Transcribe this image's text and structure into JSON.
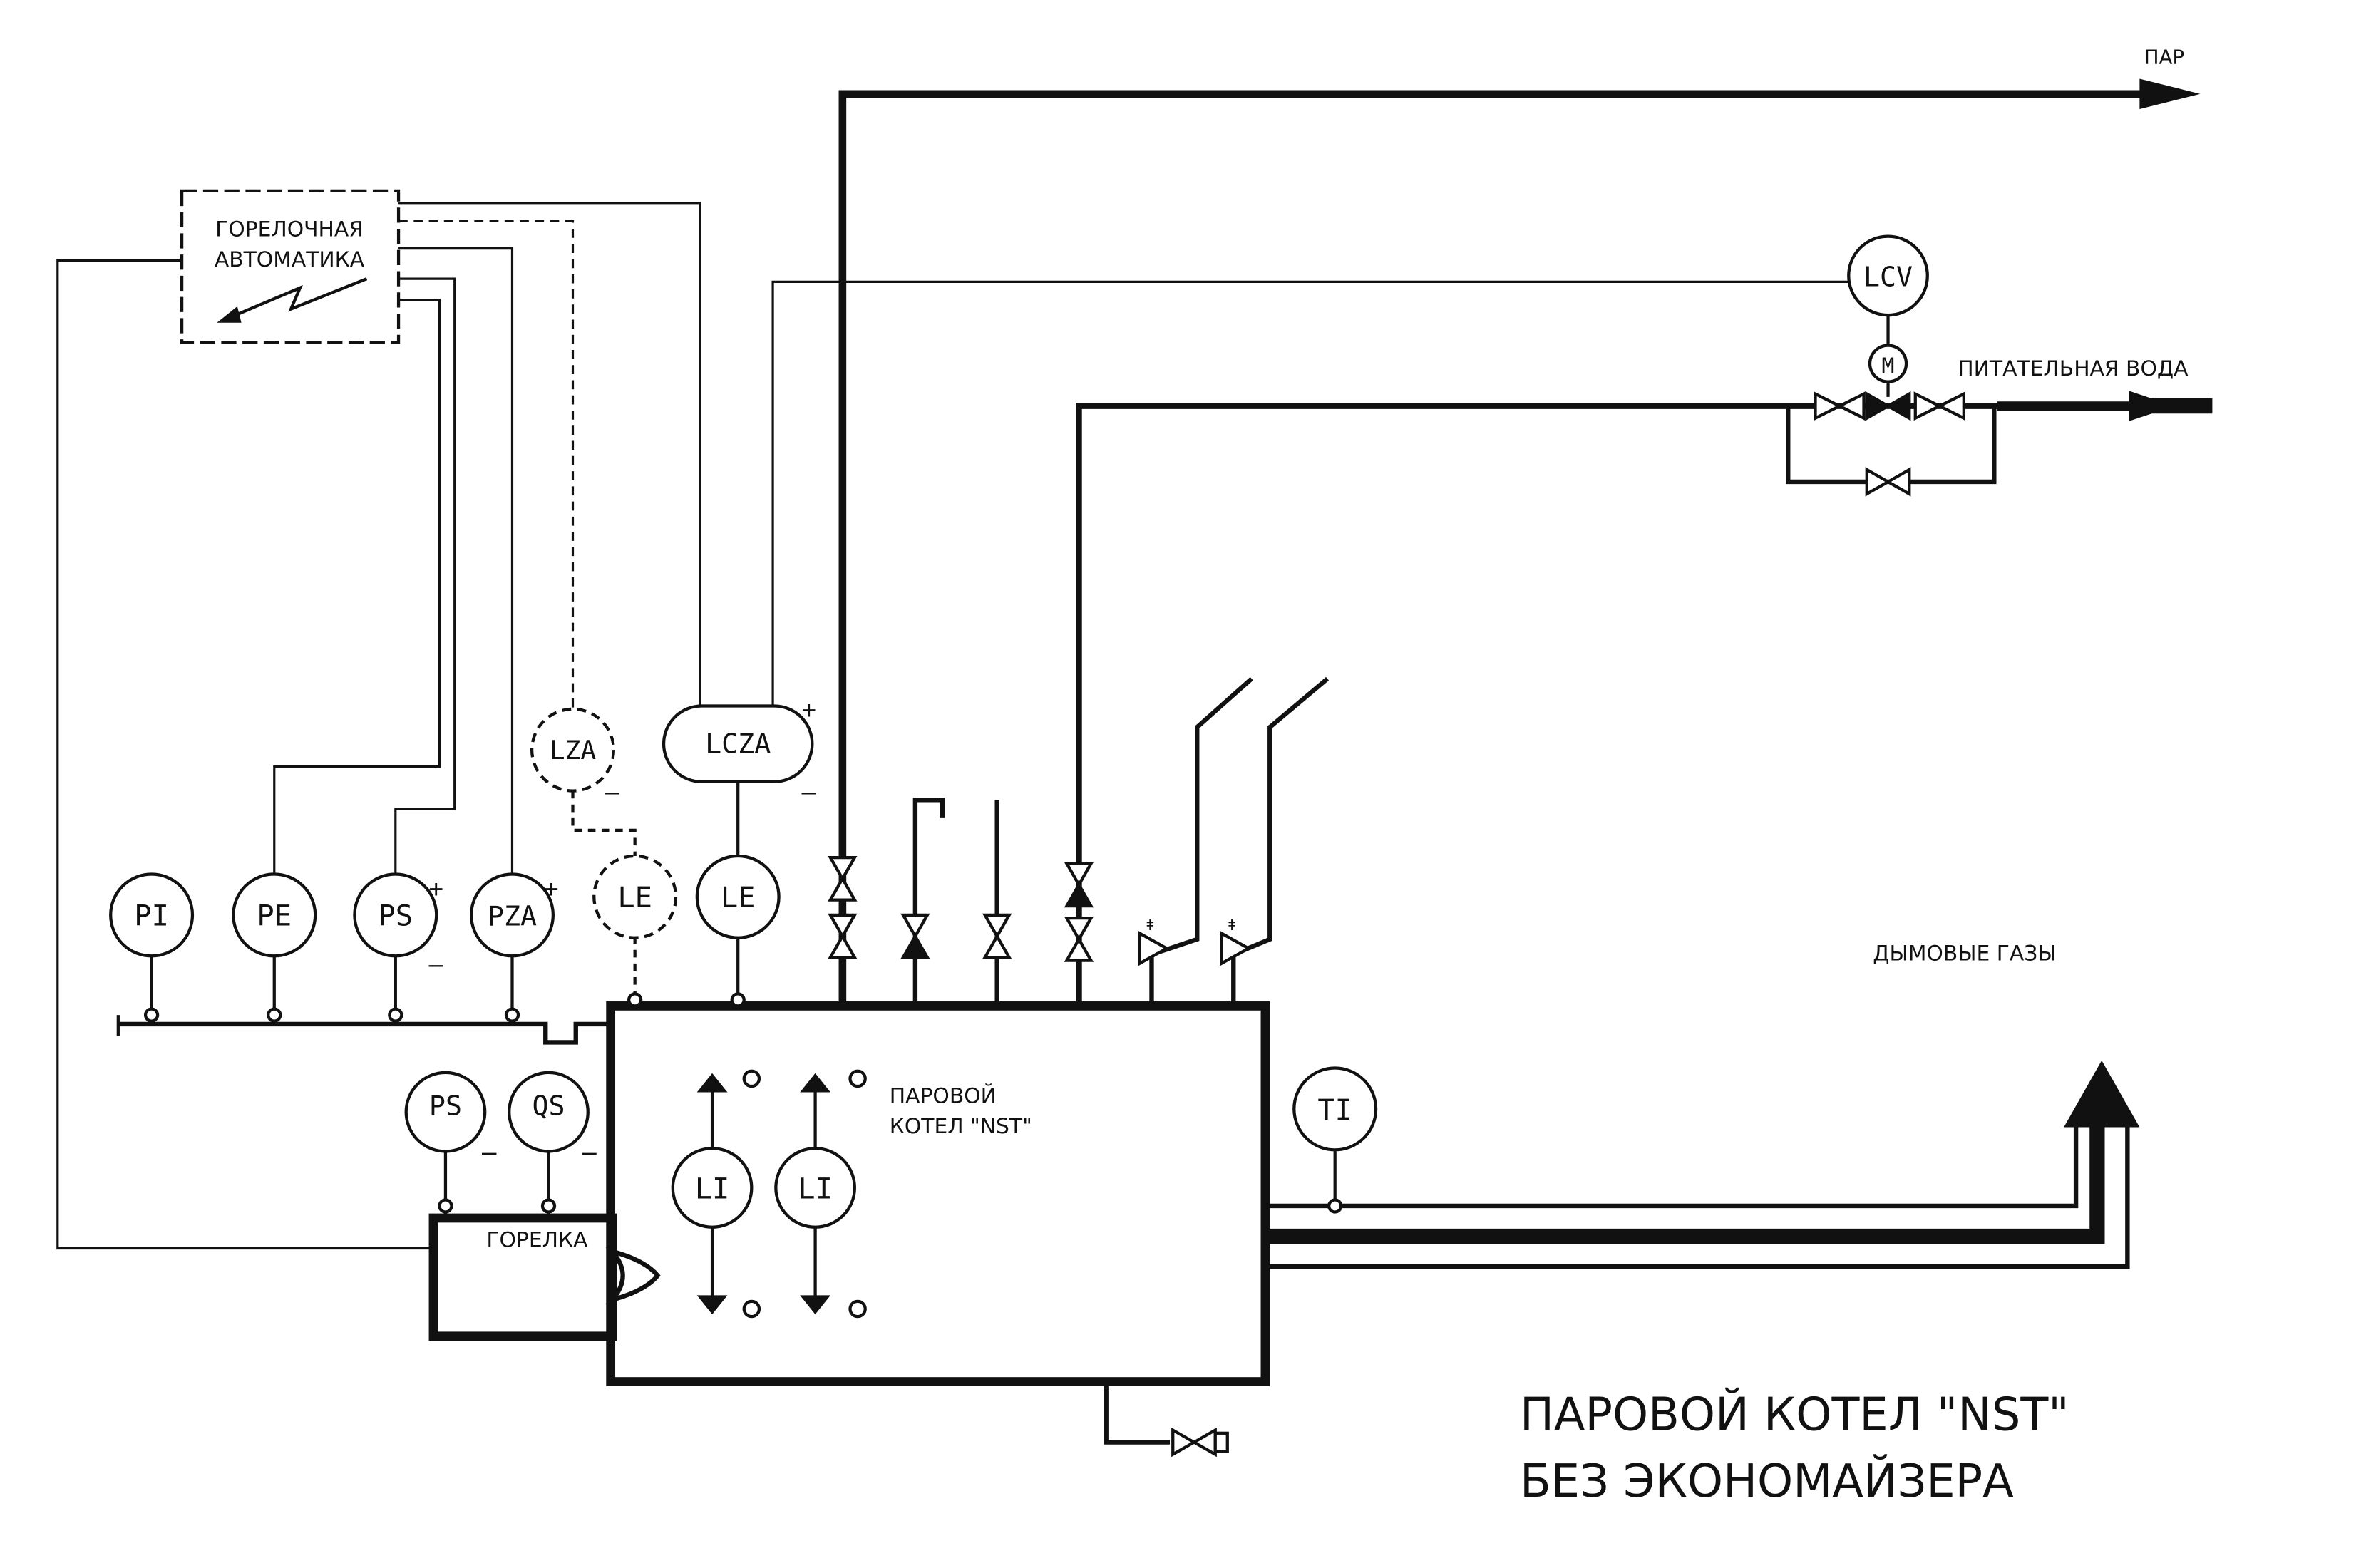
{
  "labels": {
    "steam": "ПАР",
    "feedwater": "ПИТАТЕЛЬНАЯ ВОДА",
    "flue_gas": "ДЫМОВЫЕ ГАЗЫ",
    "burner": "ГОРЕЛКА",
    "boiler_line1": "ПАРОВОЙ",
    "boiler_line2": "КОТЕЛ \"NST\"",
    "automation_line1": "ГОРЕЛОЧНАЯ",
    "automation_line2": "АВТОМАТИКА",
    "title_line1": "ПАРОВОЙ КОТЕЛ \"NST\"",
    "title_line2": "БЕЗ ЭКОНОМАЙЗЕРА"
  },
  "instruments": {
    "pi": "PI",
    "pe": "PE",
    "ps": "PS",
    "pza": "PZA",
    "le_dashed": "LE",
    "le": "LE",
    "lza": "LZA",
    "lcza": "LCZA",
    "ps_burner": "PS",
    "qs": "QS",
    "li1": "LI",
    "li2": "LI",
    "ti": "TI",
    "lcv": "LCV",
    "motor": "M"
  },
  "signs": {
    "plus": "+",
    "minus": "–"
  }
}
